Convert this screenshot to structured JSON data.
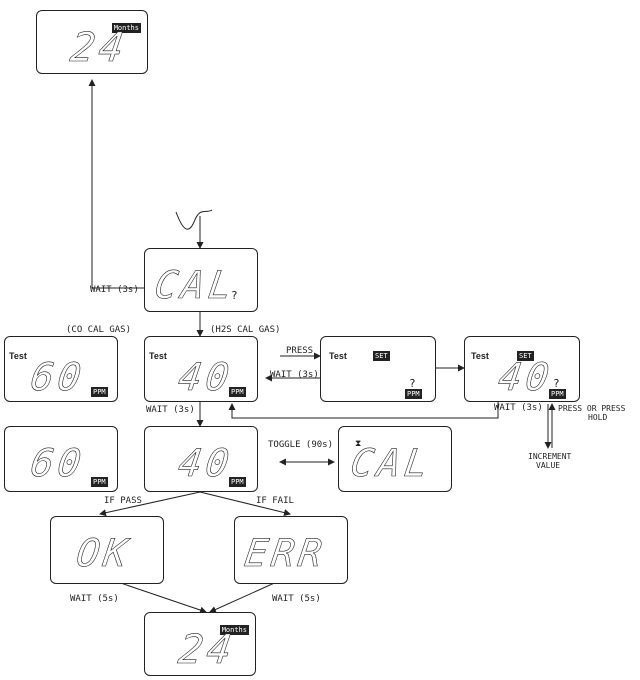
{
  "lcd_top": {
    "value": "24",
    "badge": "Months"
  },
  "lcd_cal": {
    "value": "CAL",
    "suffix": "?"
  },
  "lcd_co": {
    "test": "Test",
    "value": "60",
    "unit": "PPM"
  },
  "lcd_h2s": {
    "test": "Test",
    "value": "40",
    "unit": "PPM"
  },
  "lcd_set1": {
    "test": "Test",
    "set": "SET",
    "suffix": "?",
    "unit": "PPM"
  },
  "lcd_set2": {
    "test": "Test",
    "set": "SET",
    "value": "40",
    "suffix": "?",
    "unit": "PPM"
  },
  "lcd_co2": {
    "value": "60",
    "unit": "PPM"
  },
  "lcd_h2s2": {
    "value": "40",
    "unit": "PPM"
  },
  "lcd_cal2": {
    "value": "CAL"
  },
  "lcd_ok": {
    "value": "OK"
  },
  "lcd_err": {
    "value": "ERR"
  },
  "lcd_bottom": {
    "value": "24",
    "badge": "Months"
  },
  "labels": {
    "wait3_left": "WAIT (3s)",
    "co_cal_gas": "(CO CAL GAS)",
    "h2s_cal_gas": "(H2S CAL GAS)",
    "press": "PRESS",
    "wait3_set": "WAIT (3s)",
    "wait3_mid": "WAIT (3s)",
    "wait3_right": "WAIT (3s)",
    "press_or_hold_1": "PRESS OR PRESS",
    "press_or_hold_2": "HOLD",
    "increment_1": "INCREMENT",
    "increment_2": "VALUE",
    "toggle": "TOGGLE (90s)",
    "if_pass": "IF PASS",
    "if_fail": "IF FAIL",
    "wait5_left": "WAIT (5s)",
    "wait5_right": "WAIT (5s)"
  }
}
